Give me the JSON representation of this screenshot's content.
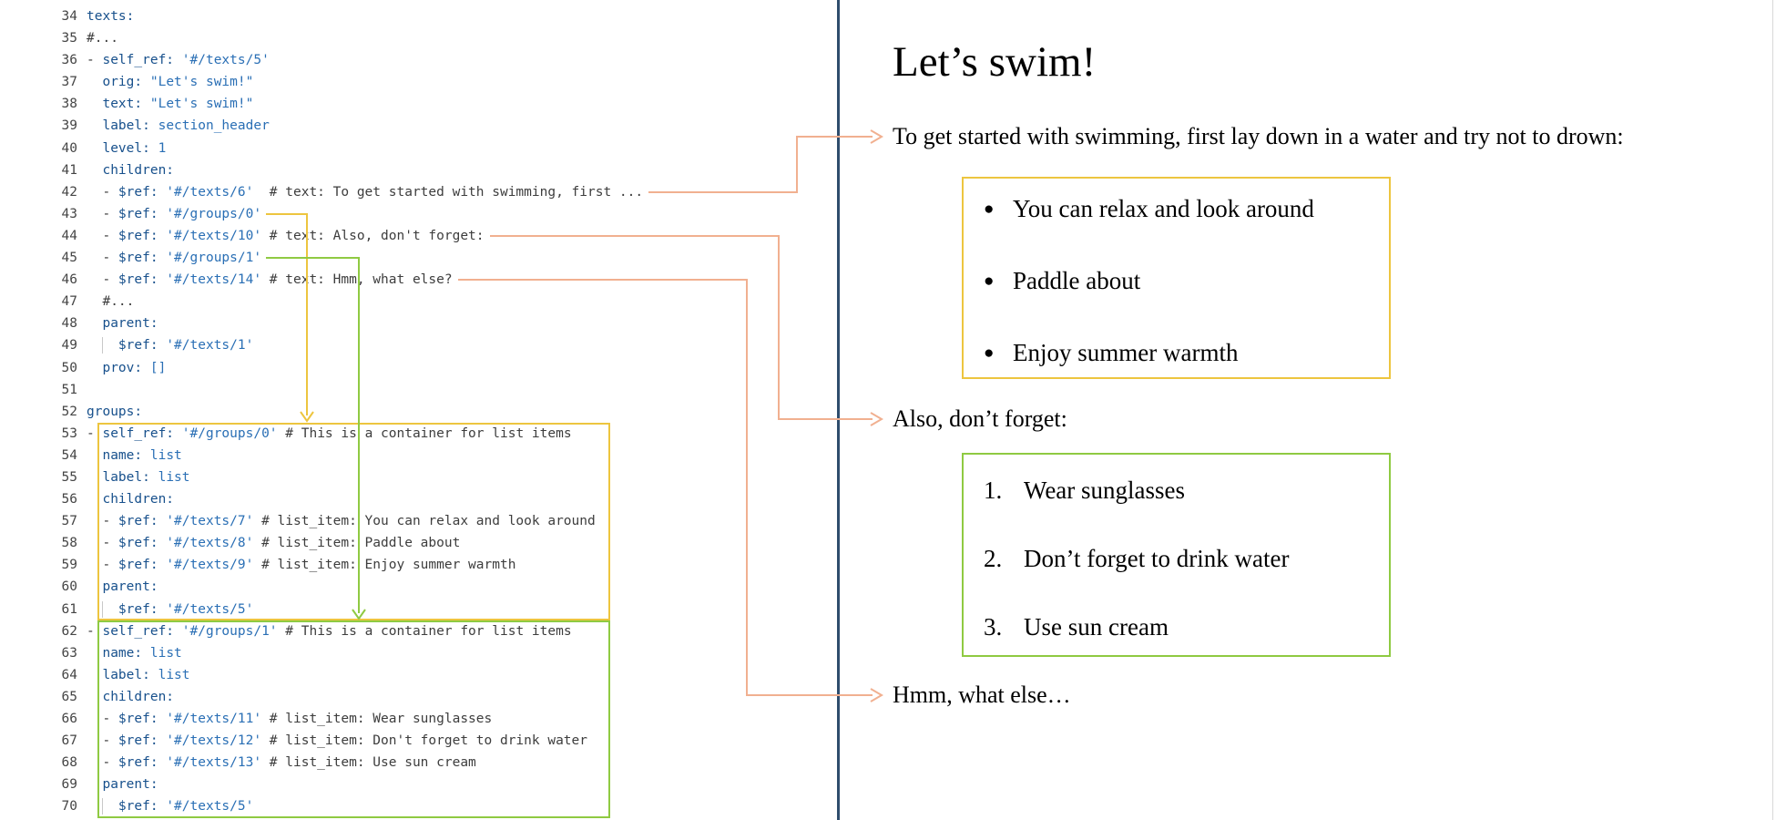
{
  "colors": {
    "divider": "#2f4d6d",
    "right_edge": "#d9d9d9",
    "arrow_text": "#f1b090",
    "box_yellow": "#edc53f",
    "box_green": "#8fca42",
    "code_key": "#17508c",
    "code_value": "#2a6fb5",
    "code_comment": "#3d3d3d",
    "code_punct": "#333333",
    "line_number": "#454545",
    "indent_guide": "#c8c8c8"
  },
  "editor": {
    "lines": [
      {
        "n": 34,
        "toks": [
          [
            "k",
            "texts:"
          ]
        ]
      },
      {
        "n": 35,
        "toks": [
          [
            "c",
            "#..."
          ]
        ]
      },
      {
        "n": 36,
        "toks": [
          [
            "p",
            "- "
          ],
          [
            "k",
            "self_ref:"
          ],
          [
            "p",
            " "
          ],
          [
            "s",
            "'#/texts/5'"
          ]
        ]
      },
      {
        "n": 37,
        "toks": [
          [
            "p",
            "  "
          ],
          [
            "k",
            "orig:"
          ],
          [
            "p",
            " "
          ],
          [
            "s",
            "\"Let's swim!\""
          ]
        ]
      },
      {
        "n": 38,
        "toks": [
          [
            "p",
            "  "
          ],
          [
            "k",
            "text:"
          ],
          [
            "p",
            " "
          ],
          [
            "s",
            "\"Let's swim!\""
          ]
        ]
      },
      {
        "n": 39,
        "toks": [
          [
            "p",
            "  "
          ],
          [
            "k",
            "label:"
          ],
          [
            "p",
            " "
          ],
          [
            "s",
            "section_header"
          ]
        ]
      },
      {
        "n": 40,
        "toks": [
          [
            "p",
            "  "
          ],
          [
            "k",
            "level:"
          ],
          [
            "p",
            " "
          ],
          [
            "s",
            "1"
          ]
        ]
      },
      {
        "n": 41,
        "toks": [
          [
            "p",
            "  "
          ],
          [
            "k",
            "children:"
          ]
        ]
      },
      {
        "n": 42,
        "toks": [
          [
            "p",
            "  - "
          ],
          [
            "k",
            "$ref:"
          ],
          [
            "p",
            " "
          ],
          [
            "s",
            "'#/texts/6'"
          ],
          [
            "c",
            "  # text: To get started with swimming, first ..."
          ]
        ]
      },
      {
        "n": 43,
        "toks": [
          [
            "p",
            "  - "
          ],
          [
            "k",
            "$ref:"
          ],
          [
            "p",
            " "
          ],
          [
            "s",
            "'#/groups/0'"
          ]
        ]
      },
      {
        "n": 44,
        "toks": [
          [
            "p",
            "  - "
          ],
          [
            "k",
            "$ref:"
          ],
          [
            "p",
            " "
          ],
          [
            "s",
            "'#/texts/10'"
          ],
          [
            "c",
            " # text: Also, don't forget:"
          ]
        ]
      },
      {
        "n": 45,
        "toks": [
          [
            "p",
            "  - "
          ],
          [
            "k",
            "$ref:"
          ],
          [
            "p",
            " "
          ],
          [
            "s",
            "'#/groups/1'"
          ]
        ]
      },
      {
        "n": 46,
        "toks": [
          [
            "p",
            "  - "
          ],
          [
            "k",
            "$ref:"
          ],
          [
            "p",
            " "
          ],
          [
            "s",
            "'#/texts/14'"
          ],
          [
            "c",
            " # text: Hmm, what else?"
          ]
        ]
      },
      {
        "n": 47,
        "toks": [
          [
            "p",
            "  "
          ],
          [
            "c",
            "#..."
          ]
        ]
      },
      {
        "n": 48,
        "toks": [
          [
            "p",
            "  "
          ],
          [
            "k",
            "parent:"
          ]
        ]
      },
      {
        "n": 49,
        "guide": true,
        "toks": [
          [
            "p",
            "    "
          ],
          [
            "k",
            "$ref:"
          ],
          [
            "p",
            " "
          ],
          [
            "s",
            "'#/texts/1'"
          ]
        ]
      },
      {
        "n": 50,
        "toks": [
          [
            "p",
            "  "
          ],
          [
            "k",
            "prov:"
          ],
          [
            "p",
            " "
          ],
          [
            "s",
            "[]"
          ]
        ]
      },
      {
        "n": 51,
        "toks": []
      },
      {
        "n": 52,
        "toks": [
          [
            "k",
            "groups:"
          ]
        ]
      },
      {
        "n": 53,
        "toks": [
          [
            "p",
            "- "
          ],
          [
            "k",
            "self_ref:"
          ],
          [
            "p",
            " "
          ],
          [
            "s",
            "'#/groups/0'"
          ],
          [
            "c",
            " # This is a container for list items"
          ]
        ]
      },
      {
        "n": 54,
        "toks": [
          [
            "p",
            "  "
          ],
          [
            "k",
            "name:"
          ],
          [
            "p",
            " "
          ],
          [
            "s",
            "list"
          ]
        ]
      },
      {
        "n": 55,
        "toks": [
          [
            "p",
            "  "
          ],
          [
            "k",
            "label:"
          ],
          [
            "p",
            " "
          ],
          [
            "s",
            "list"
          ]
        ]
      },
      {
        "n": 56,
        "toks": [
          [
            "p",
            "  "
          ],
          [
            "k",
            "children:"
          ]
        ]
      },
      {
        "n": 57,
        "toks": [
          [
            "p",
            "  - "
          ],
          [
            "k",
            "$ref:"
          ],
          [
            "p",
            " "
          ],
          [
            "s",
            "'#/texts/7'"
          ],
          [
            "c",
            " # list_item: You can relax and look around"
          ]
        ]
      },
      {
        "n": 58,
        "toks": [
          [
            "p",
            "  - "
          ],
          [
            "k",
            "$ref:"
          ],
          [
            "p",
            " "
          ],
          [
            "s",
            "'#/texts/8'"
          ],
          [
            "c",
            " # list_item: Paddle about"
          ]
        ]
      },
      {
        "n": 59,
        "toks": [
          [
            "p",
            "  - "
          ],
          [
            "k",
            "$ref:"
          ],
          [
            "p",
            " "
          ],
          [
            "s",
            "'#/texts/9'"
          ],
          [
            "c",
            " # list_item: Enjoy summer warmth"
          ]
        ]
      },
      {
        "n": 60,
        "toks": [
          [
            "p",
            "  "
          ],
          [
            "k",
            "parent:"
          ]
        ]
      },
      {
        "n": 61,
        "guide": true,
        "toks": [
          [
            "p",
            "    "
          ],
          [
            "k",
            "$ref:"
          ],
          [
            "p",
            " "
          ],
          [
            "s",
            "'#/texts/5'"
          ]
        ]
      },
      {
        "n": 62,
        "toks": [
          [
            "p",
            "- "
          ],
          [
            "k",
            "self_ref:"
          ],
          [
            "p",
            " "
          ],
          [
            "s",
            "'#/groups/1'"
          ],
          [
            "c",
            " # This is a container for list items"
          ]
        ]
      },
      {
        "n": 63,
        "toks": [
          [
            "p",
            "  "
          ],
          [
            "k",
            "name:"
          ],
          [
            "p",
            " "
          ],
          [
            "s",
            "list"
          ]
        ]
      },
      {
        "n": 64,
        "toks": [
          [
            "p",
            "  "
          ],
          [
            "k",
            "label:"
          ],
          [
            "p",
            " "
          ],
          [
            "s",
            "list"
          ]
        ]
      },
      {
        "n": 65,
        "toks": [
          [
            "p",
            "  "
          ],
          [
            "k",
            "children:"
          ]
        ]
      },
      {
        "n": 66,
        "toks": [
          [
            "p",
            "  - "
          ],
          [
            "k",
            "$ref:"
          ],
          [
            "p",
            " "
          ],
          [
            "s",
            "'#/texts/11'"
          ],
          [
            "c",
            " # list_item: Wear sunglasses"
          ]
        ]
      },
      {
        "n": 67,
        "toks": [
          [
            "p",
            "  - "
          ],
          [
            "k",
            "$ref:"
          ],
          [
            "p",
            " "
          ],
          [
            "s",
            "'#/texts/12'"
          ],
          [
            "c",
            " # list_item: Don't forget to drink water"
          ]
        ]
      },
      {
        "n": 68,
        "toks": [
          [
            "p",
            "  - "
          ],
          [
            "k",
            "$ref:"
          ],
          [
            "p",
            " "
          ],
          [
            "s",
            "'#/texts/13'"
          ],
          [
            "c",
            " # list_item: Use sun cream"
          ]
        ]
      },
      {
        "n": 69,
        "toks": [
          [
            "p",
            "  "
          ],
          [
            "k",
            "parent:"
          ]
        ]
      },
      {
        "n": 70,
        "guide": true,
        "toks": [
          [
            "p",
            "    "
          ],
          [
            "k",
            "$ref:"
          ],
          [
            "p",
            " "
          ],
          [
            "s",
            "'#/texts/5'"
          ]
        ]
      }
    ]
  },
  "doc": {
    "title": "Let’s swim!",
    "intro": "To get started with swimming, first lay down in a water and try not to drown:",
    "bullet_marker": "●",
    "bullet_items": [
      "You can relax and look around",
      "Paddle about",
      "Enjoy summer warmth"
    ],
    "also_text": "Also, don’t forget:",
    "numbered_items": [
      {
        "num": "1.",
        "text": "Wear sunglasses"
      },
      {
        "num": "2.",
        "text": "Don’t forget to drink water"
      },
      {
        "num": "3.",
        "text": "Use sun cream"
      }
    ],
    "outro": "Hmm, what else…"
  }
}
